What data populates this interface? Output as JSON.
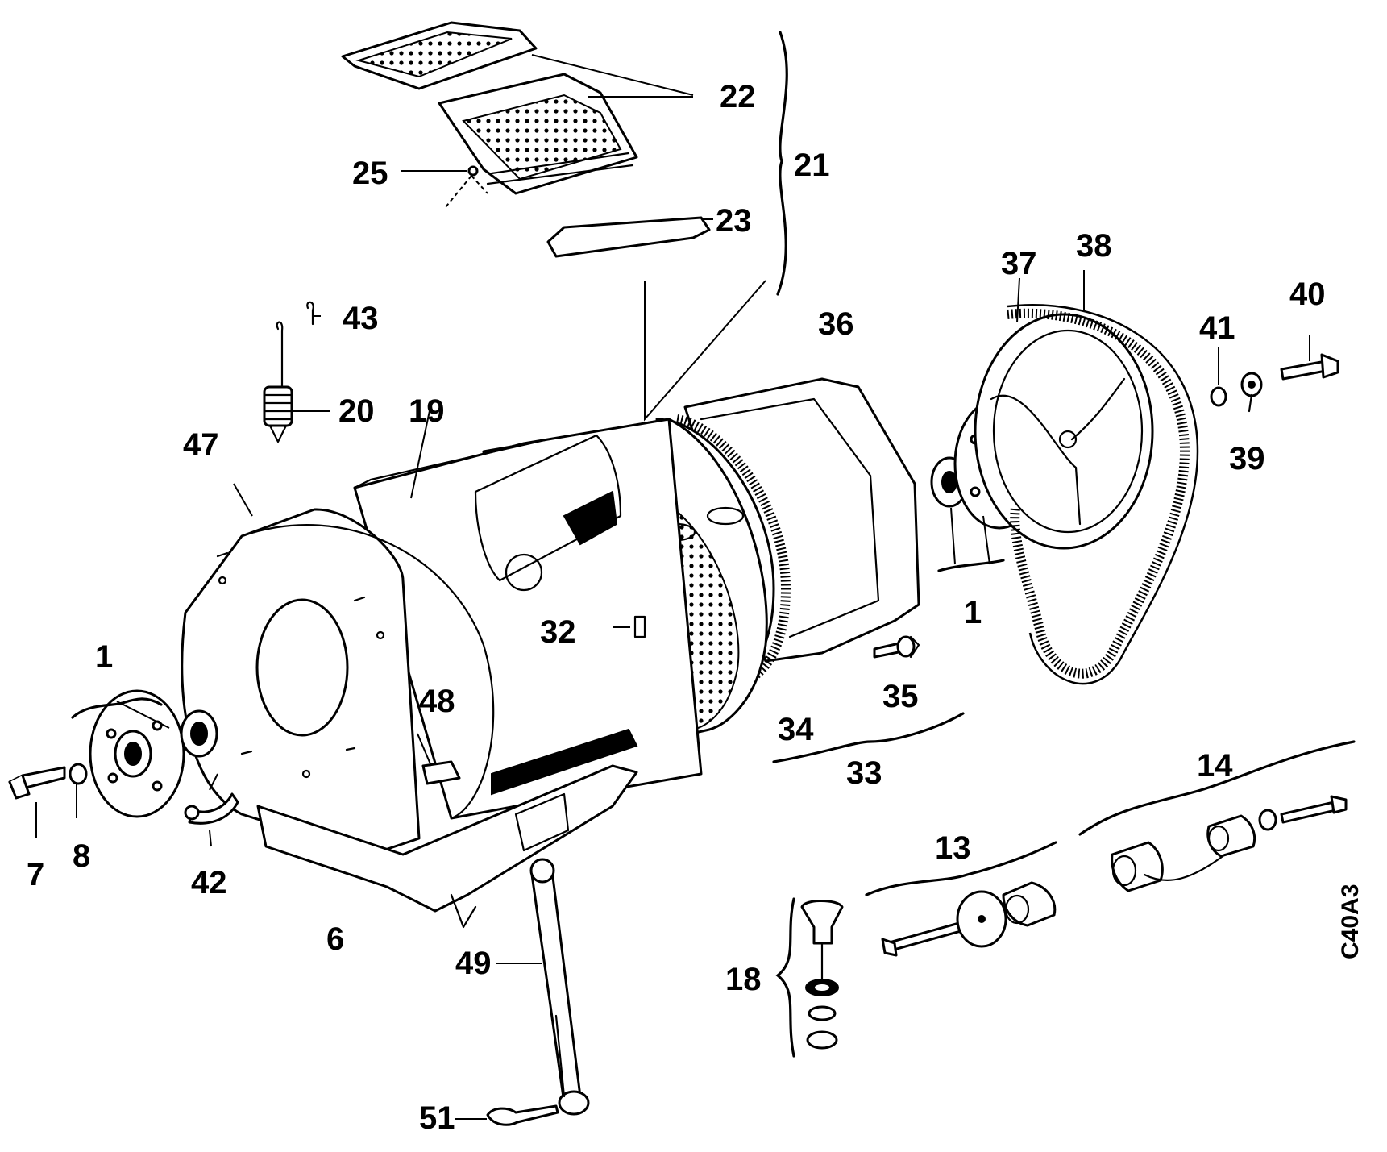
{
  "diagram": {
    "code": "C40A3",
    "labels": {
      "l1a": "1",
      "l1b": "1",
      "l6": "6",
      "l7": "7",
      "l8": "8",
      "l13": "13",
      "l14": "14",
      "l18": "18",
      "l19": "19",
      "l20": "20",
      "l21": "21",
      "l22": "22",
      "l23": "23",
      "l25": "25",
      "l32": "32",
      "l33": "33",
      "l34": "34",
      "l35": "35",
      "l36": "36",
      "l37": "37",
      "l38": "38",
      "l39": "39",
      "l40": "40",
      "l41": "41",
      "l42": "42",
      "l43": "43",
      "l47": "47",
      "l48": "48",
      "l49": "49",
      "l51": "51"
    }
  }
}
